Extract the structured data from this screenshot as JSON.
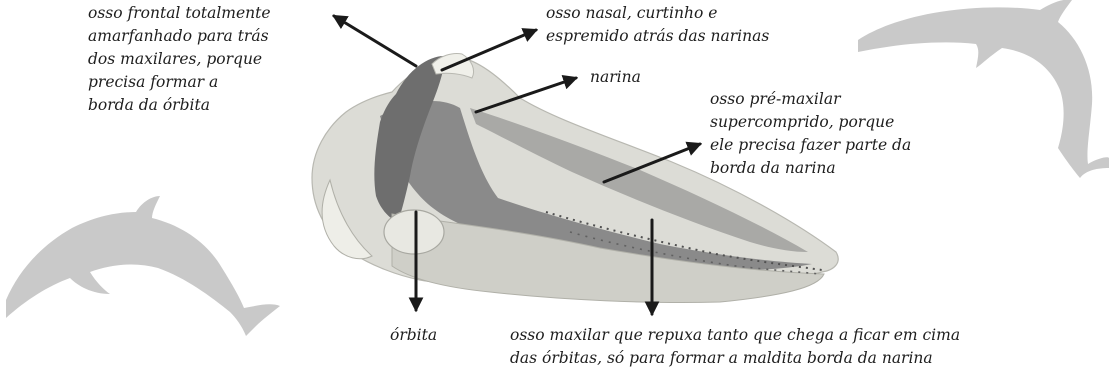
{
  "labels": {
    "frontal": [
      "osso frontal totalmente",
      "amarfanhado para trás",
      "dos maxilares, porque",
      "precisa formar a",
      "borda da órbita"
    ],
    "nasal": [
      "osso nasal, curtinho e",
      "espremido atrás das narinas"
    ],
    "narina": "narina",
    "premaxilla": [
      "osso pré-maxilar",
      "supercomprido, porque",
      "ele precisa fazer parte da",
      "borda da narina"
    ],
    "orbita": "órbita",
    "maxilla": [
      "osso maxilar que repuxa tanto que chega a ficar em cima",
      "das órbitas, só para formar a maldita borda da narina"
    ]
  },
  "colors": {
    "background": "#ffffff",
    "bone": "#dcdcd6",
    "bone_shade": "#bdbdb6",
    "frontal_bone": "#6e6e6e",
    "maxilla_bone": "#8a8a8a",
    "premaxilla_bone": "#a9a9a6",
    "dolphin_silhouette": "#c9c9c9",
    "arrow": "#1a1a1a",
    "text": "#1e1e1e"
  }
}
